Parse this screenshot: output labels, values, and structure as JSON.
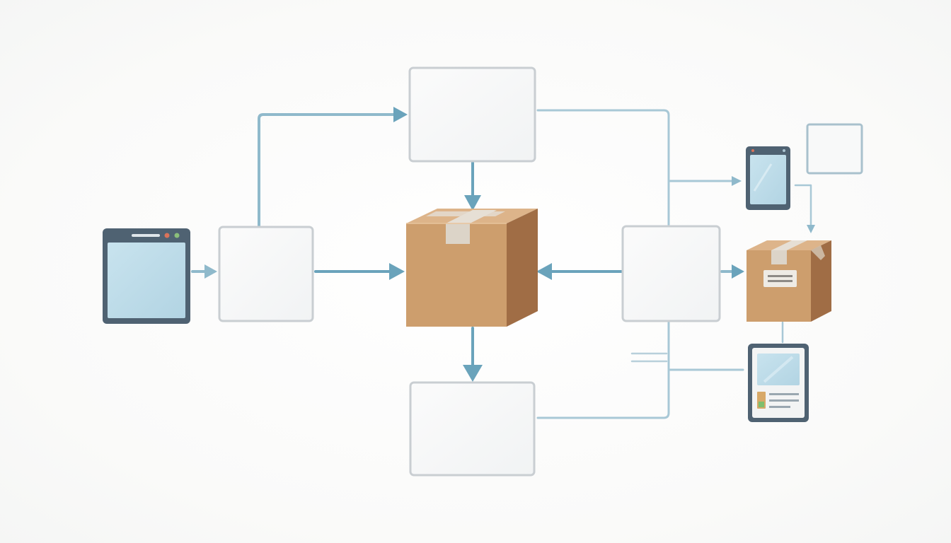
{
  "diagram": {
    "nodes": [
      {
        "id": "browser-window",
        "kind": "device-monitor",
        "label": ""
      },
      {
        "id": "source-node",
        "kind": "blank-box",
        "label": ""
      },
      {
        "id": "top-node",
        "kind": "blank-box",
        "label": ""
      },
      {
        "id": "central-package",
        "kind": "package",
        "label": ""
      },
      {
        "id": "bottom-node",
        "kind": "blank-box",
        "label": ""
      },
      {
        "id": "right-node",
        "kind": "blank-box",
        "label": ""
      },
      {
        "id": "mobile-phone",
        "kind": "device-phone",
        "label": ""
      },
      {
        "id": "small-box",
        "kind": "blank-box",
        "label": ""
      },
      {
        "id": "labeled-package",
        "kind": "package",
        "label": ""
      },
      {
        "id": "tablet-device",
        "kind": "device-tablet",
        "label": ""
      }
    ],
    "colors": {
      "connector": "#8fb9cb",
      "connector_strong": "#6aa3bb",
      "box_border": "#c9ced2",
      "box_fill": "#f7f8f8",
      "device_frame": "#4f6272",
      "device_screen": "#bddbe8",
      "package_front": "#cd9e6d",
      "package_side": "#a9744a",
      "package_top": "#ddb48a",
      "tape": "#ddd6cc"
    }
  }
}
